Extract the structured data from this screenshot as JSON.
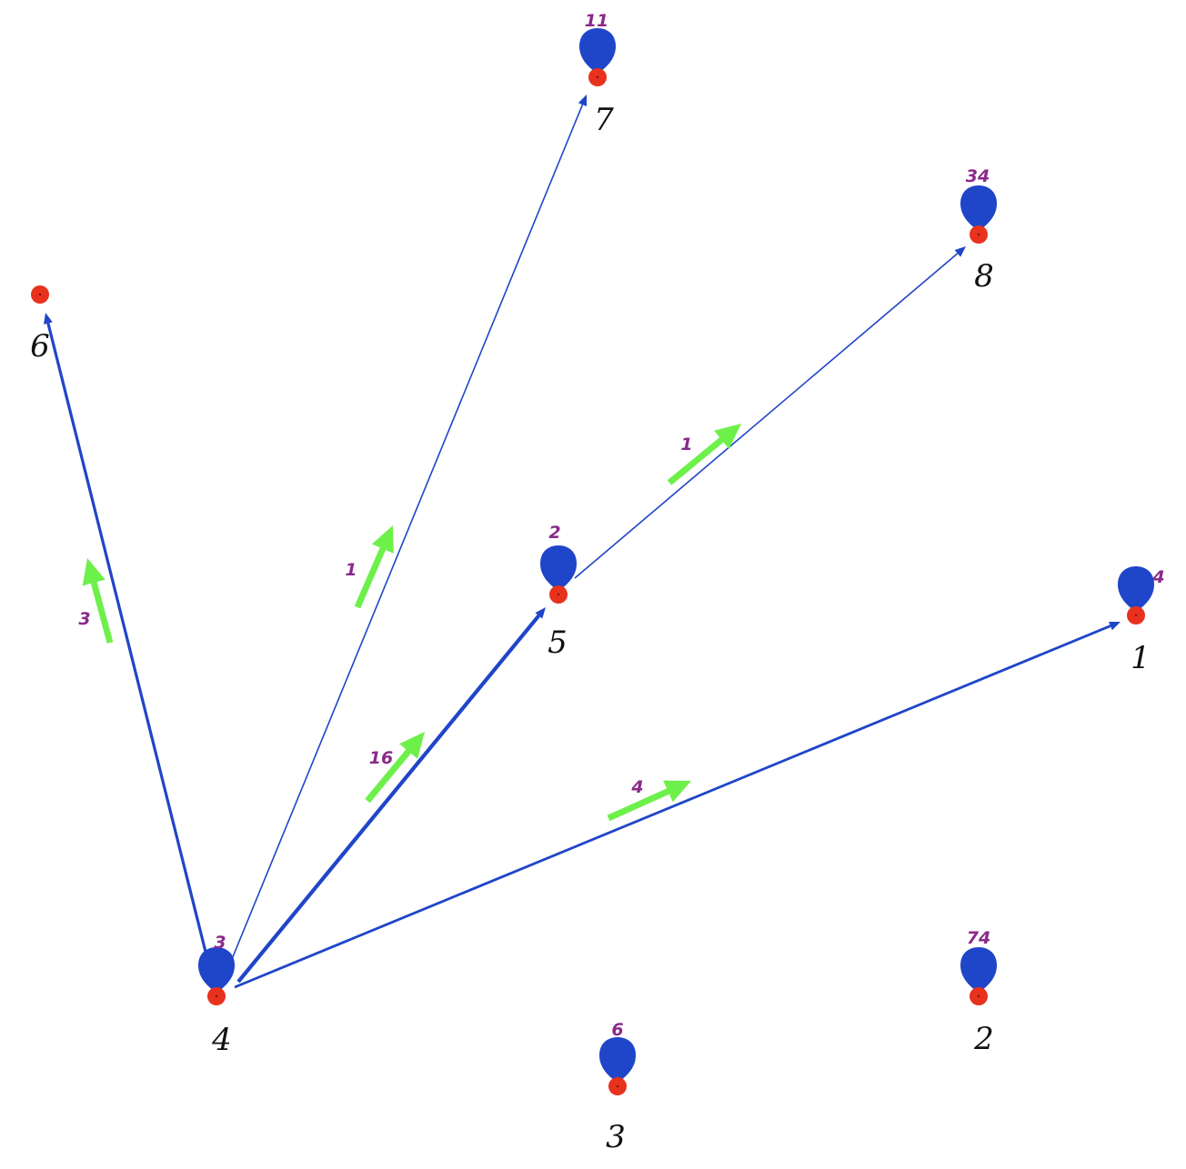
{
  "colors": {
    "edge": "#1f45c8",
    "loop": "#1f45c8",
    "node": "#e8321e",
    "count": "#8a2a8a",
    "flow_arrow": "#6ef04a"
  },
  "nodes": [
    {
      "id": "n1",
      "label": "1",
      "loop_count": "4"
    },
    {
      "id": "n2",
      "label": "2",
      "loop_count": "74"
    },
    {
      "id": "n3",
      "label": "3",
      "loop_count": "6"
    },
    {
      "id": "n4",
      "label": "4",
      "loop_count": "3"
    },
    {
      "id": "n5",
      "label": "5",
      "loop_count": "2"
    },
    {
      "id": "n6",
      "label": "6",
      "loop_count": null
    },
    {
      "id": "n7",
      "label": "7",
      "loop_count": "11"
    },
    {
      "id": "n8",
      "label": "8",
      "loop_count": "34"
    }
  ],
  "edges": [
    {
      "id": "e4-6",
      "from": "4",
      "to": "6",
      "count": "3"
    },
    {
      "id": "e4-7",
      "from": "4",
      "to": "7",
      "count": "1"
    },
    {
      "id": "e4-5",
      "from": "4",
      "to": "5",
      "count": "16"
    },
    {
      "id": "e4-1",
      "from": "4",
      "to": "1",
      "count": "4"
    },
    {
      "id": "e5-8",
      "from": "5",
      "to": "8",
      "count": "1"
    }
  ]
}
